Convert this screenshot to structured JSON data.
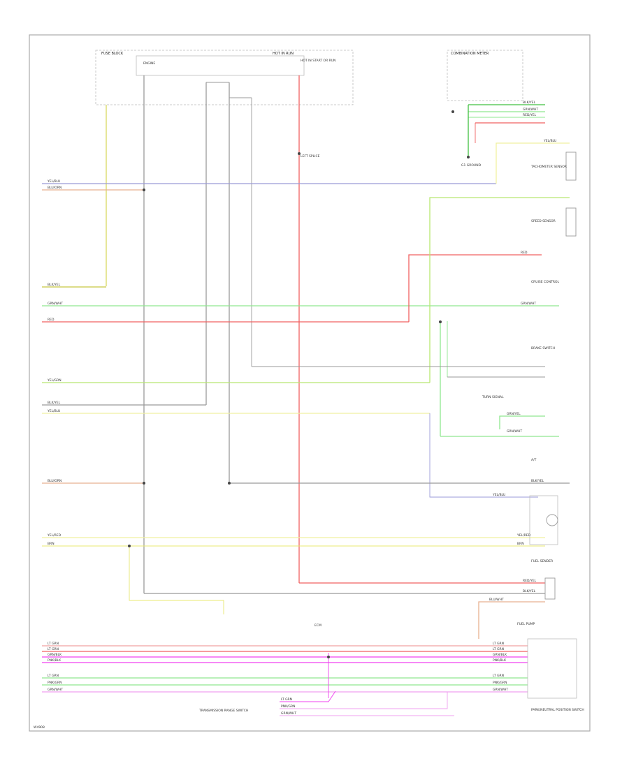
{
  "page_code": "W4908",
  "colors": {
    "frame": "#aaaaaa",
    "gray": "#9a9a9a",
    "yellow": "#e8e870",
    "yellow_light": "#f0f0a0",
    "orange": "#e8b090",
    "green": "#8fe88f",
    "green_dark": "#40c040",
    "red": "#f06060",
    "pink": "#f0a0a0",
    "magenta": "#f040f0",
    "blue": "#7070f0",
    "olive": "#c8c840"
  },
  "labels": {
    "fuse_block": "FUSE BLOCK",
    "hot_run": "HOT IN RUN",
    "engine_box": "ENGINE",
    "hot_start": "HOT IN START OR RUN",
    "combination_meter": "COMBINATION METER",
    "left_splice": "LEFT SPLICE",
    "ground": "G1 GROUND",
    "tachometer_sensor": "TACHOMETER SENSOR",
    "speed_sensor": "SPEED SENSOR",
    "brake_switch": "BRAKE SWITCH",
    "fuel_sender": "FUEL SENDER",
    "fuel_pump": "FUEL PUMP",
    "ecm": "ECM",
    "trans_range_switch": "TRANSMISSION RANGE SWITCH",
    "park_neutral_switch": "PARK/NEUTRAL POSITION SWITCH",
    "auto_trans": "A/T",
    "turn_signal": "TURN SIGNAL",
    "cruise_control": "CRUISE CONTROL"
  },
  "wires": [
    {
      "id": "w1",
      "color": "YEL/BLU"
    },
    {
      "id": "w2",
      "color": "BLU/ORN"
    },
    {
      "id": "w3",
      "color": "BLK/YEL"
    },
    {
      "id": "w4",
      "color": "GRN/WHT"
    },
    {
      "id": "w5",
      "color": "RED"
    },
    {
      "id": "w6",
      "color": "YEL/GRN"
    },
    {
      "id": "w7",
      "color": "BLK/YEL"
    },
    {
      "id": "w8",
      "color": "YEL/BLU"
    },
    {
      "id": "w9",
      "color": "BLU/ORN"
    },
    {
      "id": "w10",
      "color": "YEL/RED"
    },
    {
      "id": "w11",
      "color": "BRN"
    },
    {
      "id": "w12",
      "color": "LT GRN"
    },
    {
      "id": "w13",
      "color": "LT GRN"
    },
    {
      "id": "w14",
      "color": "GRN/BLK"
    },
    {
      "id": "w15",
      "color": "PNK/BLK"
    },
    {
      "id": "w16",
      "color": "LT GRN"
    },
    {
      "id": "w17",
      "color": "PNK/GRN"
    },
    {
      "id": "w18",
      "color": "GRN/WHT"
    }
  ],
  "right_labels": {
    "r1": "BLK/YEL",
    "r2": "GRN/WHT",
    "r3": "RED/YEL",
    "r4": "YEL/BLU",
    "r5": "RED",
    "r6": "GRN/WHT",
    "r7": "GRN/YEL",
    "r8": "GRN/WHT",
    "r9": "BLK/YEL",
    "r10": "YEL/BLU",
    "r11": "YEL/RED",
    "r12": "BRN",
    "r13": "RED/YEL",
    "r14": "BLK/YEL",
    "r15": "BLU/WHT",
    "r16": "LT GRN",
    "r17": "LT GRN",
    "r18": "GRN/BLK",
    "r19": "PNK/BLK",
    "r20": "LT GRN",
    "r21": "PNK/GRN",
    "r22": "GRN/WHT"
  },
  "bottom_labels": {
    "b1": "LT GRN",
    "b2": "PNK/GRN",
    "b3": "GRN/WHT"
  }
}
